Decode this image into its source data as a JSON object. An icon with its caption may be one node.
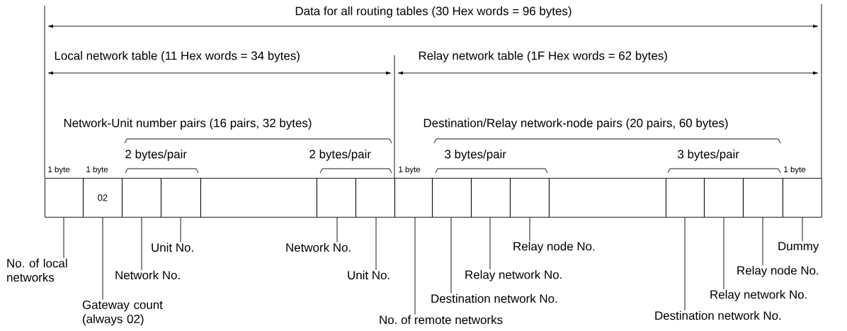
{
  "diagram": {
    "nodes": [
      {
        "text": [],
        "shape": "box"
      },
      {
        "text": [
          "02"
        ]
      },
      {
        "text": [],
        "shape": "box"
      },
      {
        "text": [],
        "shape": "box"
      },
      {
        "text": [],
        "shape": "box"
      },
      {
        "text": [],
        "shape": "box"
      },
      {
        "text": [],
        "shape": "box"
      },
      {
        "text": [],
        "shape": "box"
      },
      {
        "text": [],
        "shape": "box"
      },
      {
        "text": [],
        "shape": "box"
      },
      {
        "text": [],
        "shape": "box"
      },
      {
        "text": [],
        "shape": "box"
      },
      {
        "text": [],
        "shape": "box"
      },
      {
        "text": [],
        "shape": "box"
      },
      {
        "text": [],
        "shape": "box"
      },
      {
        "text": [],
        "shape": "box"
      },
      {
        "text": [
          "No. of local networks"
        ]
      },
      {
        "text": [
          "Gateway count (always 02)"
        ]
      },
      {
        "text": [
          "Network No."
        ]
      },
      {
        "text": [
          "Unit No."
        ]
      },
      {
        "text": [
          "Network No."
        ]
      },
      {
        "text": [
          "Unit No."
        ]
      },
      {
        "text": [
          "No. of remote networks"
        ]
      },
      {
        "text": [
          "Destination network No."
        ]
      },
      {
        "text": [
          "Relay network No."
        ]
      },
      {
        "text": [
          "Relay node No."
        ]
      },
      {
        "text": [
          "Destination network No."
        ]
      },
      {
        "text": [
          "Relay network No."
        ]
      },
      {
        "text": [
          "Relay node No."
        ]
      },
      {
        "text": [
          "Dummy"
        ]
      }
    ],
    "edges": [
      {
        "from": 16,
        "to": 0,
        "arrow": "none"
      },
      {
        "from": 17,
        "to": 1,
        "arrow": "none"
      },
      {
        "from": 18,
        "to": 2,
        "arrow": "none"
      },
      {
        "from": 19,
        "to": 3,
        "arrow": "none"
      },
      {
        "from": 20,
        "to": 5,
        "arrow": "none"
      },
      {
        "from": 21,
        "to": 6,
        "arrow": "none"
      },
      {
        "from": 22,
        "to": 7,
        "arrow": "none"
      },
      {
        "from": 23,
        "to": 8,
        "arrow": "none"
      },
      {
        "from": 24,
        "to": 9,
        "arrow": "none"
      },
      {
        "from": 25,
        "to": 10,
        "arrow": "none"
      },
      {
        "from": 26,
        "to": 12,
        "arrow": "none"
      },
      {
        "from": 27,
        "to": 13,
        "arrow": "none"
      },
      {
        "from": 28,
        "to": 14,
        "arrow": "none"
      },
      {
        "from": 29,
        "to": 15,
        "arrow": "none"
      }
    ],
    "labels": [
      "Data for all routing tables (30 Hex words = 96 bytes)",
      "Local network table (11 Hex words = 34 bytes)",
      "Relay network table (1F Hex words = 62 bytes)",
      "Network-Unit number pairs (16 pairs, 32 bytes)",
      "Destination/Relay network-node pairs (20 pairs, 60 bytes)",
      "2 bytes/pair",
      "2 bytes/pair",
      "3 bytes/pair",
      "3 bytes/pair",
      "1 byte",
      "1 byte",
      "1 byte",
      "1 byte"
    ]
  }
}
